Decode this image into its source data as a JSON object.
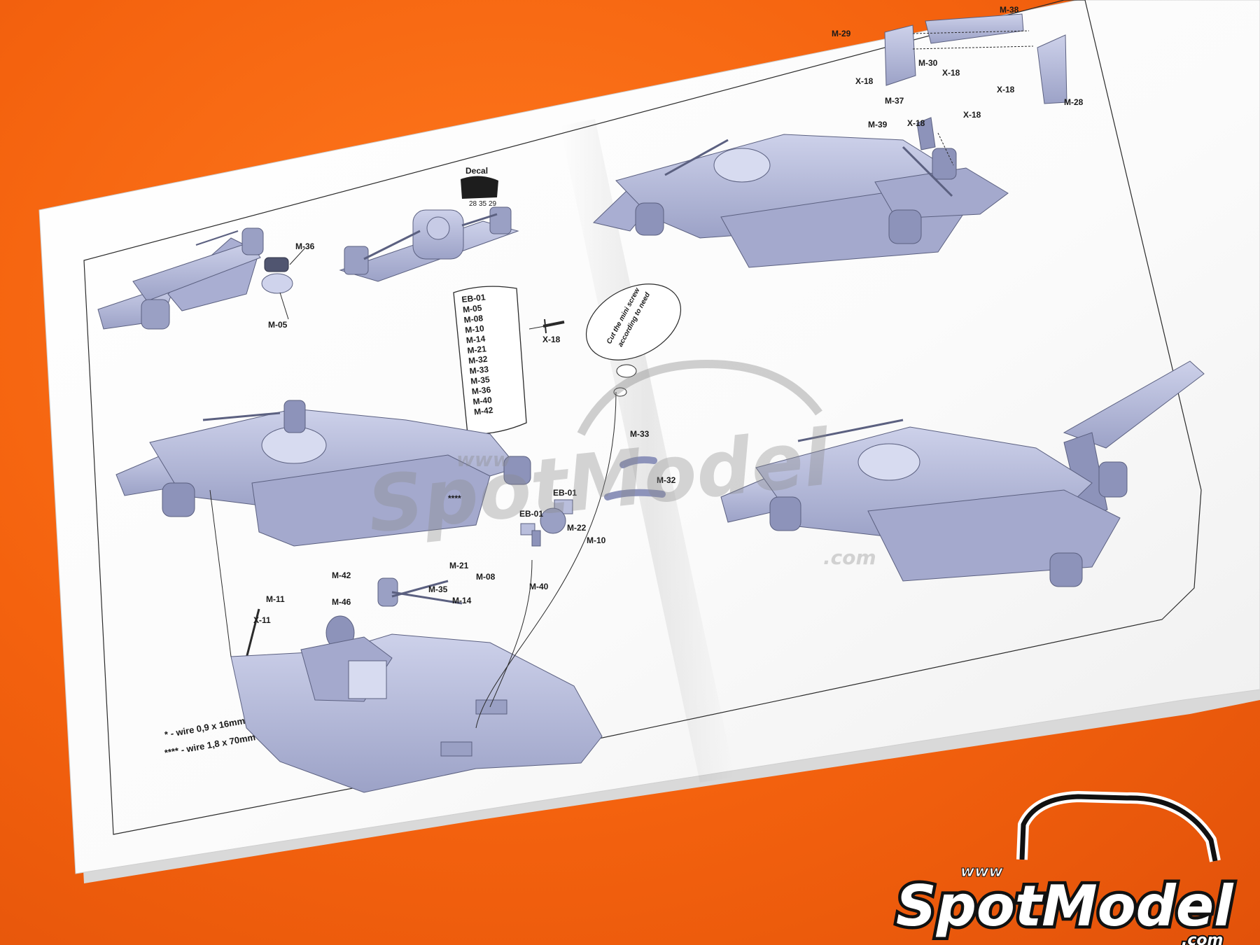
{
  "booklet": {
    "decal_label": "Decal",
    "decal_numbers": [
      "28",
      "35",
      "29"
    ],
    "speech_bubble": [
      "Cut the mini screw",
      "according to need"
    ],
    "parts_list": [
      "EB-01",
      "M-05",
      "M-08",
      "M-10",
      "M-14",
      "M-21",
      "M-32",
      "M-33",
      "M-35",
      "M-36",
      "M-40",
      "M-42"
    ],
    "notes": [
      "* - wire 0,9 x 16mm",
      "**** - wire 1,8 x 70mm"
    ],
    "part_labels": {
      "m36": "M-36",
      "m05": "M-05",
      "x18_list": "X-18",
      "m29": "M-29",
      "m30": "M-30",
      "m38": "M-38",
      "m28": "M-28",
      "x18_a": "X-18",
      "x18_b": "X-18",
      "x18_c": "X-18",
      "x18_d": "X-18",
      "x18_e": "X-18",
      "m37": "M-37",
      "m39": "M-39",
      "m33": "M-33",
      "m32": "M-32",
      "eb01_a": "EB-01",
      "eb01_b": "EB-01",
      "m22": "M-22",
      "m10": "M-10",
      "m08": "M-08",
      "m40": "M-40",
      "m21": "M-21",
      "m42": "M-42",
      "m35": "M-35",
      "m14": "M-14",
      "m11": "M-11",
      "x11": "X-11",
      "m46": "M-46",
      "wire_marker": "****"
    }
  },
  "watermark": {
    "www": "www",
    "brand": "SpotModel",
    "tld": ".com"
  },
  "logo": {
    "www": "www",
    "brand": "SpotModel",
    "tld": ".com"
  },
  "colors": {
    "background": "#f4620e",
    "paper": "#ffffff",
    "part_fill": "#b9bedc",
    "part_stroke": "#5b6080"
  }
}
